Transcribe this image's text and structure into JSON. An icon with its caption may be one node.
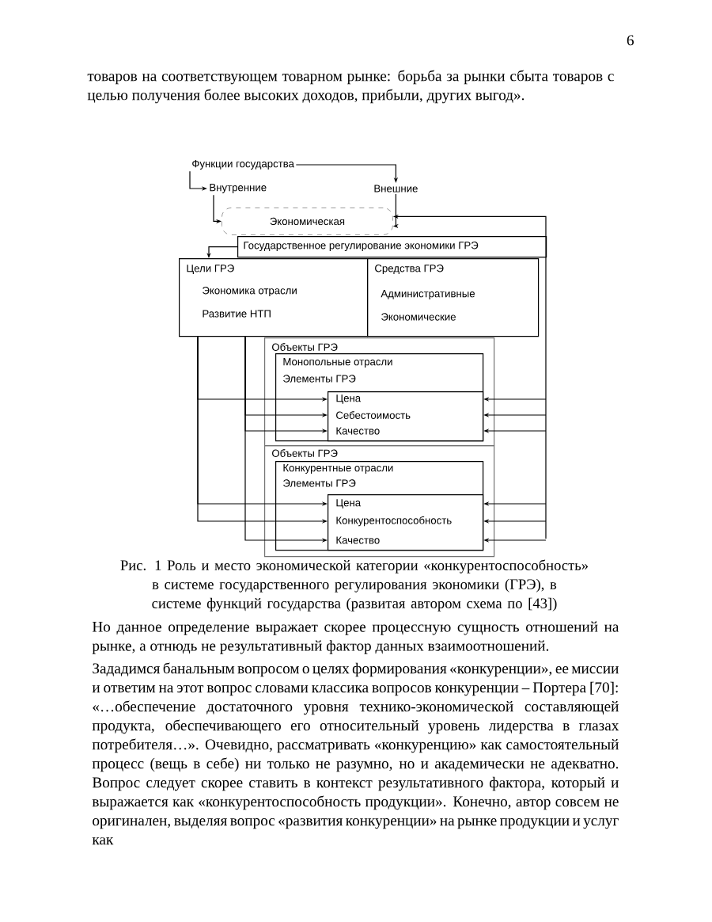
{
  "diagram": {
    "caption": "Рис. 1 Роль и место экономической категории «конкурентоспособность» в системе государственного регулирования экономики (ГРЭ), в системе функций государства (развитая автором схема по [43])",
    "nodes": [
      {
        "text": [
          "Функции государства"
        ]
      },
      {
        "text": [
          "Внутренние"
        ]
      },
      {
        "text": [
          "Внешние"
        ]
      },
      {
        "text": [
          "Экономическая"
        ]
      },
      {
        "text": [
          "Государственное регулирование экономики ГРЭ"
        ]
      },
      {
        "text": [
          "Цели ГРЭ",
          "Экономика отрасли",
          "Развитие НТП"
        ]
      },
      {
        "text": [
          "Средства ГРЭ",
          "Административные",
          "Экономические"
        ]
      },
      {
        "text": [
          "Объекты ГРЭ"
        ]
      },
      {
        "text": [
          "Монопольные отрасли",
          "Элементы ГРЭ"
        ],
        "in": 7
      },
      {
        "text": [],
        "shape": "box",
        "in": 8
      },
      {
        "text": [
          "Цена"
        ],
        "in": 9
      },
      {
        "text": [
          "Себестоимость"
        ],
        "in": 9
      },
      {
        "text": [
          "Качество"
        ],
        "in": 9
      },
      {
        "text": [
          "Объекты ГРЭ"
        ]
      },
      {
        "text": [
          "Конкурентные отрасли",
          "Элементы ГРЭ"
        ],
        "in": 13
      },
      {
        "text": [],
        "shape": "box",
        "in": 14
      },
      {
        "text": [
          "Цена"
        ],
        "in": 15
      },
      {
        "text": [
          "Конкурентоспособность"
        ],
        "in": 15
      },
      {
        "text": [
          "Качество"
        ],
        "in": 15
      }
    ],
    "edges": [
      {
        "from": 0,
        "to": 2,
        "arrow": "to"
      },
      {
        "from": 0,
        "to": 1,
        "arrow": "to"
      },
      {
        "from": 1,
        "to": 3,
        "arrow": "to"
      },
      {
        "from": 2,
        "to": 3,
        "arrow": "to"
      },
      {
        "from": 4,
        "to": 5,
        "arrow": "to"
      },
      {
        "from": null,
        "to": 3,
        "arrow": "to"
      },
      {
        "from": 5,
        "to": 10,
        "arrow": "to"
      },
      {
        "from": 5,
        "to": 11,
        "arrow": "to"
      },
      {
        "from": 5,
        "to": 12,
        "arrow": "to"
      },
      {
        "from": 5,
        "to": 16,
        "arrow": "to"
      },
      {
        "from": 5,
        "to": 17,
        "arrow": "to"
      },
      {
        "from": 5,
        "to": 18,
        "arrow": "to"
      },
      {
        "from": null,
        "to": 9,
        "arrow": "to"
      },
      {
        "from": null,
        "to": 9,
        "arrow": "to"
      },
      {
        "from": null,
        "to": 9,
        "arrow": "to"
      },
      {
        "from": null,
        "to": 15,
        "arrow": "to"
      },
      {
        "from": null,
        "to": 15,
        "arrow": "to"
      },
      {
        "from": null,
        "to": 15,
        "arrow": "to"
      }
    ],
    "labels": [
      "6",
      "товаров на соответствующем товарном рынке: борьба за рынки сбыта товаров с целью получения более высоких доходов, прибыли, других выгод».",
      "Но данное определение выражает скорее процессную сущность отношений на рынке, а отнюдь не результативный фактор данных взаимоотношений.",
      "Зададимся банальным вопросом о целях формирования «конкуренции», ее миссии и ответим на этот вопрос словами классика вопросов конкуренции – Портера [70]: «…обеспечение достаточного уровня технико-экономической составляющей продукта, обеспечивающего его относительный уровень лидерства в глазах потребителя…». Очевидно, рассматривать «конкуренцию» как самостоятельный процесс (вещь в себе) ни только не разумно, но и академически не адекватно. Вопрос следует скорее ставить в контекст результативного фактора, который и выражается как «конкурентоспособность продукции». Конечно, автор совсем не оригинален, выделяя вопрос «развития конкуренции» на рынке продукции и услуг как"
    ]
  }
}
